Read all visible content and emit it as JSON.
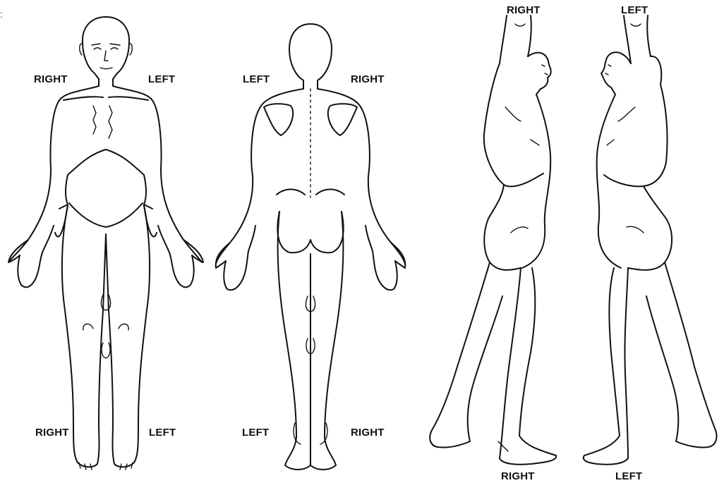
{
  "corner_mark": ":",
  "labels": {
    "front_right_top": "RIGHT",
    "front_left_top": "LEFT",
    "back_left_top": "LEFT",
    "back_right_top": "RIGHT",
    "front_right_bottom": "RIGHT",
    "front_left_bottom": "LEFT",
    "back_left_bottom": "LEFT",
    "back_right_bottom": "RIGHT",
    "side_right_top": "RIGHT",
    "side_left_top": "LEFT",
    "side_right_bottom": "RIGHT",
    "side_left_bottom": "LEFT"
  },
  "figures": {
    "front": "front-body-figure",
    "back": "back-body-figure",
    "right_side": "right-side-body-figure",
    "left_side": "left-side-body-figure"
  }
}
